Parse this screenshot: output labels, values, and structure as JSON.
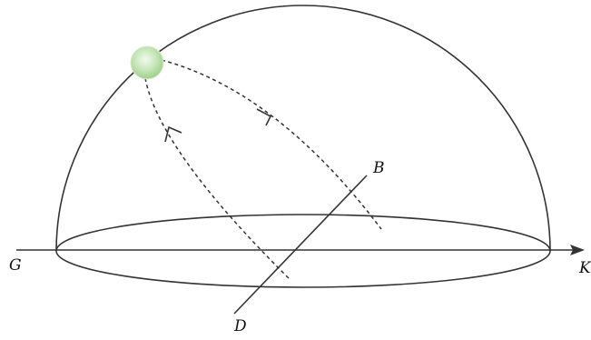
{
  "labels": {
    "G": "G",
    "K": "K",
    "B": "B",
    "D": "D"
  },
  "colors": {
    "line": "#333333",
    "sun_fill": "#b8dca8",
    "sun_edge": "#d7ecce"
  }
}
